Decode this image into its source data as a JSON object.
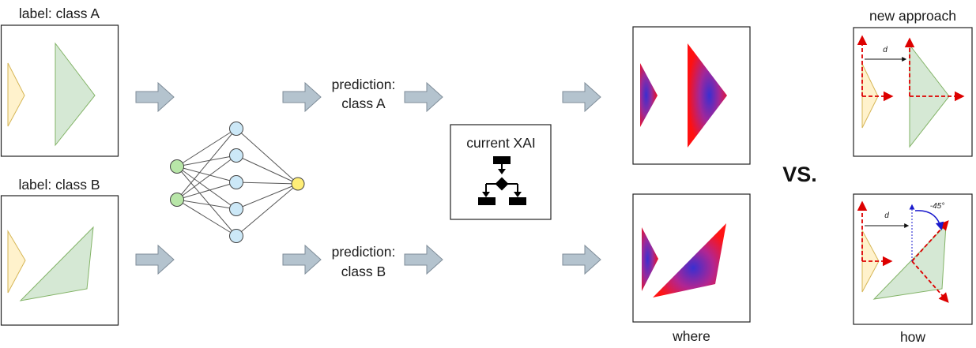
{
  "inputs": {
    "top_label": "label: class A",
    "bottom_label": "label: class B"
  },
  "predictions": {
    "top": [
      "prediction:",
      "class A"
    ],
    "bottom": [
      "prediction:",
      "class B"
    ]
  },
  "xai_box": {
    "title": "current XAI",
    "icon": "flowchart-icon"
  },
  "where_label": "where",
  "vs_label": "VS.",
  "new_approach": {
    "title": "new approach",
    "bottom_label": "how",
    "distance_label_top": "d",
    "distance_label_bottom": "d",
    "angle_label": "-45°"
  },
  "colors": {
    "small_triangle_fill": "#fff2cc",
    "small_triangle_stroke": "#d6b656",
    "large_triangle_fill": "#d5e8d4",
    "large_triangle_stroke": "#82b366",
    "arrow_fill": "#b4c3ce",
    "arrow_stroke": "#7f8d99",
    "input_node": "#b8e6a8",
    "hidden_node": "#cce8f7",
    "output_node": "#ffee77",
    "heat_hot": "#ff0000",
    "heat_cold": "#3333cc",
    "axis_red": "#dd0000",
    "rotation_blue": "#1a1acc"
  }
}
